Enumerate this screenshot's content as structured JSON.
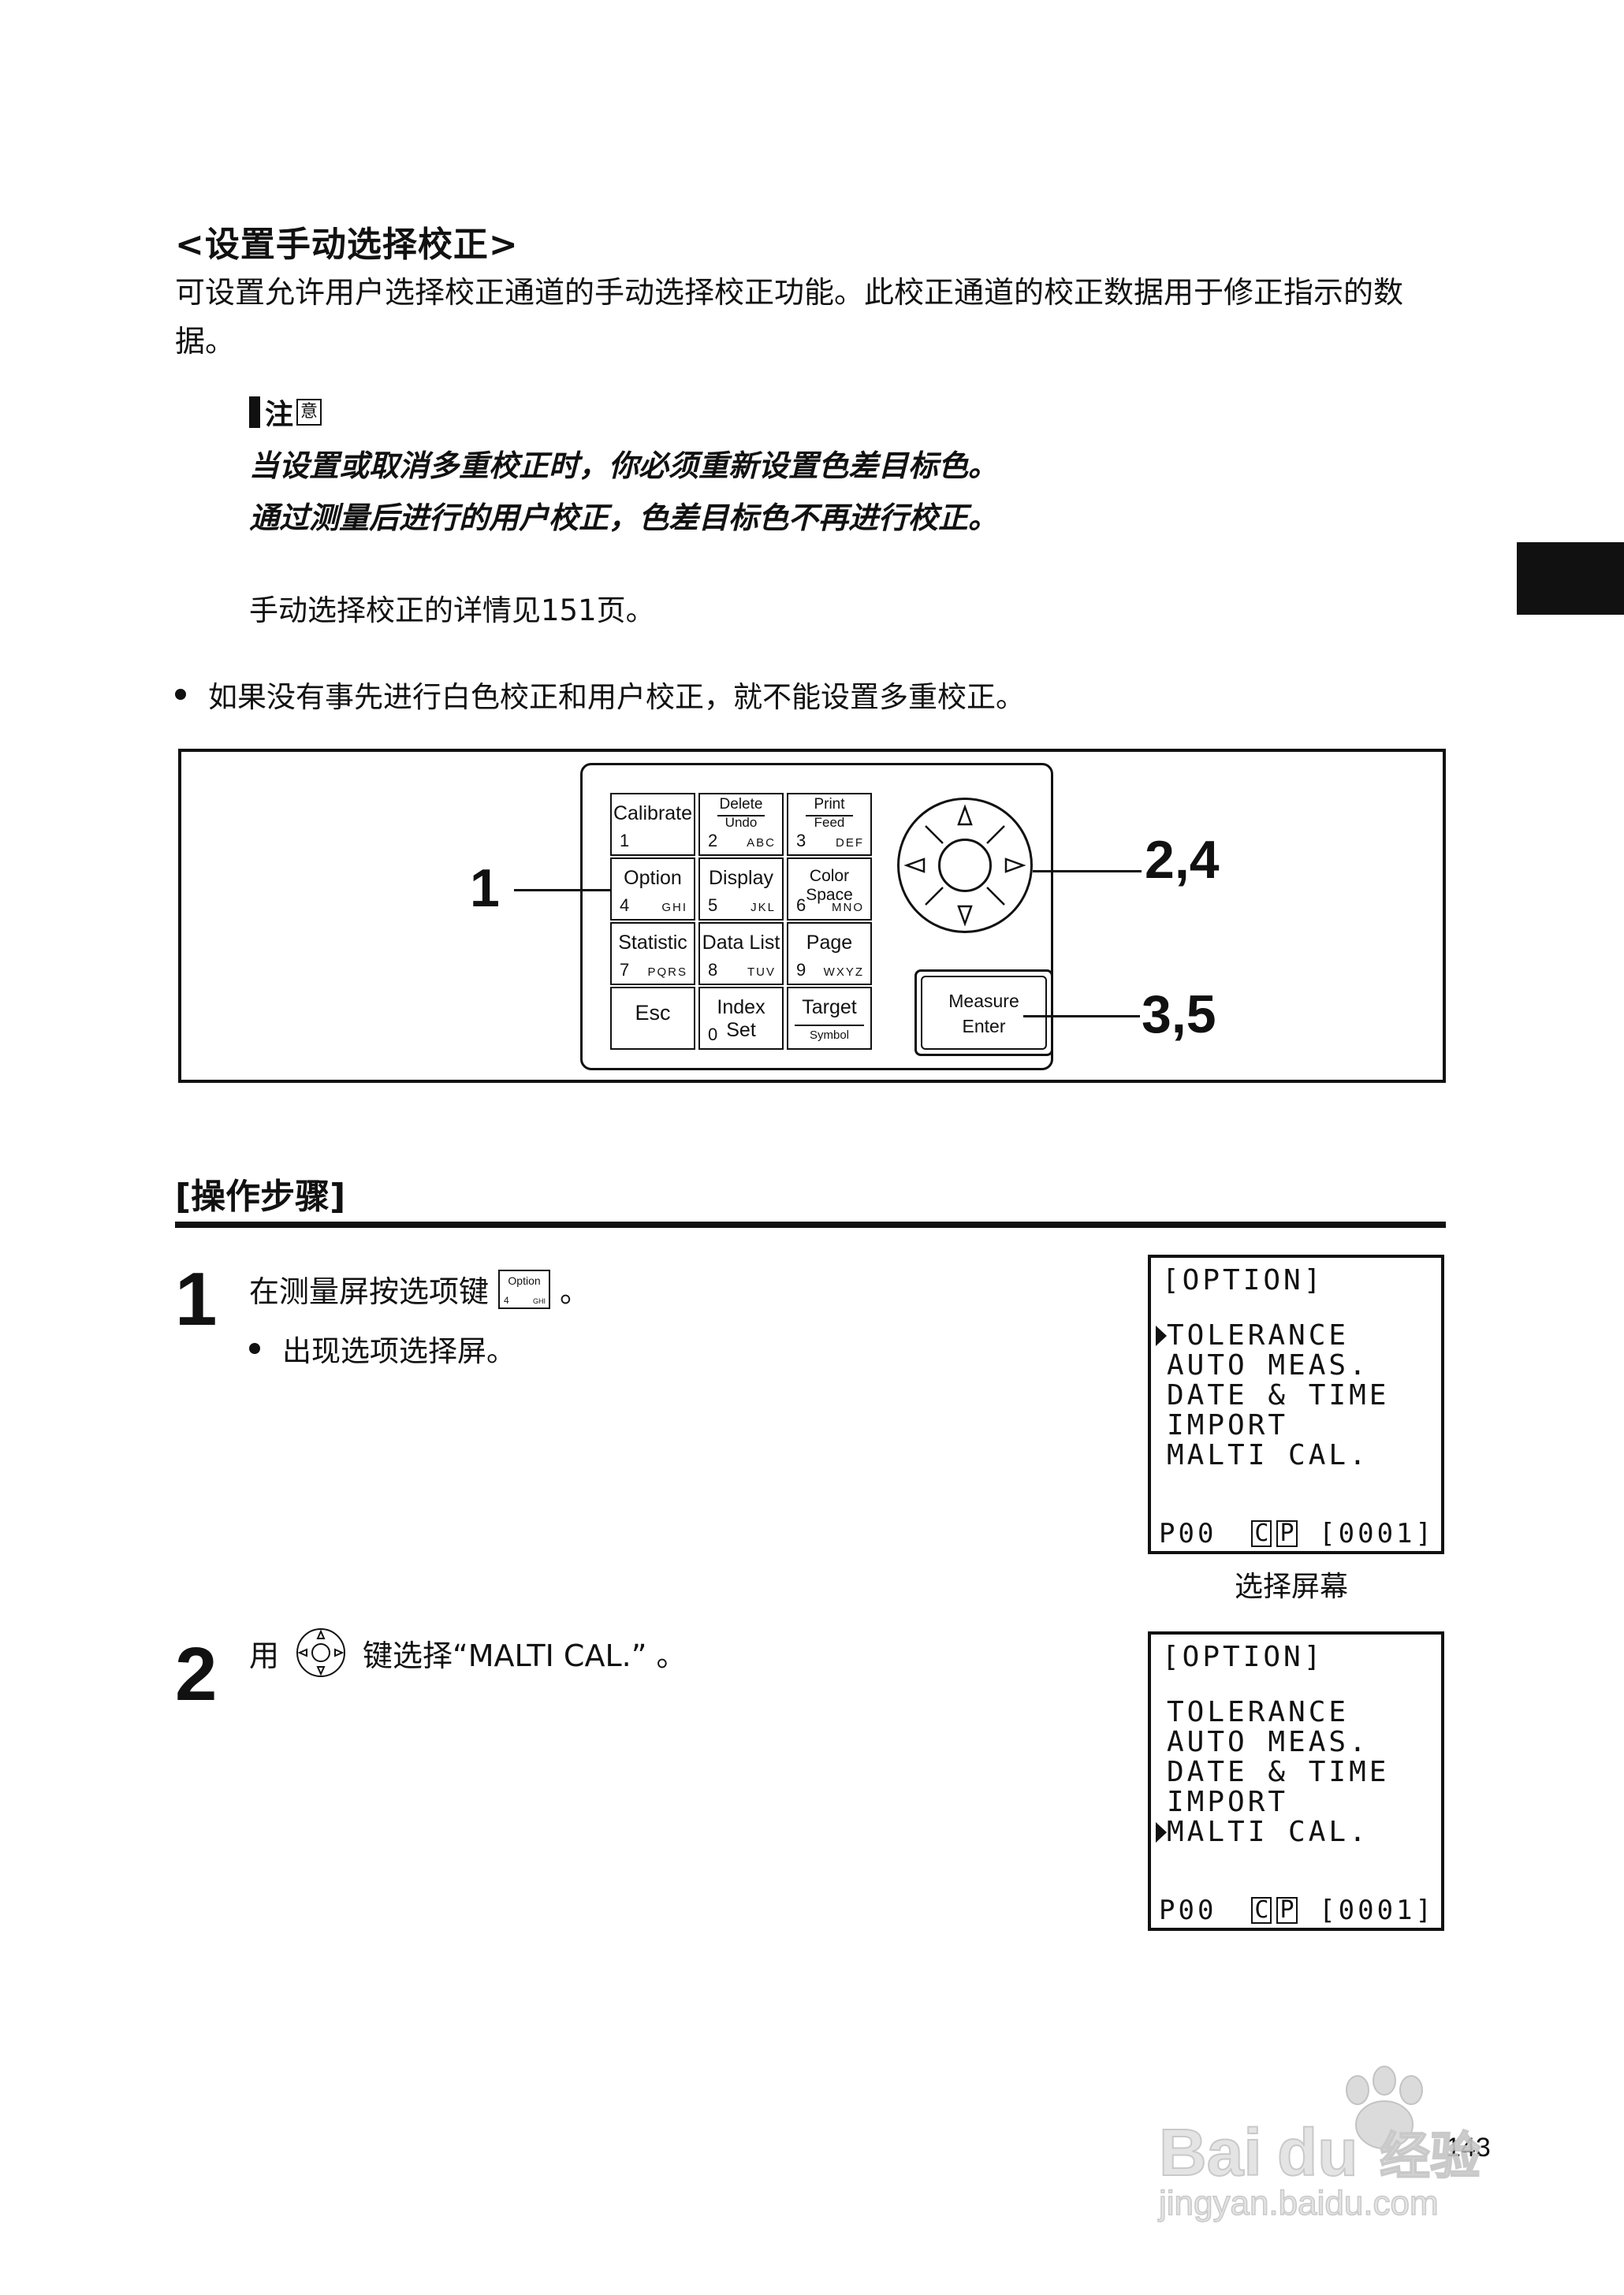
{
  "heading": "<设置手动选择校正>",
  "intro": "可设置允许用户选择校正通道的手动选择校正功能。此校正通道的校正数据用于修正指示的数据。",
  "note": {
    "label": "注",
    "label_small": "意",
    "lines": [
      "当设置或取消多重校正时，你必须重新设置色差目标色。",
      "通过测量后进行的用户校正，色差目标色不再进行校正。"
    ],
    "reference": "手动选择校正的详情见151页。"
  },
  "bullet": "如果没有事先进行白色校正和用户校正，就不能设置多重校正。",
  "keypad": {
    "keys": [
      {
        "label": "Calibrate",
        "num": "1",
        "letters": ""
      },
      {
        "top": "Delete",
        "bottom": "Undo",
        "num": "2",
        "letters": "ABC"
      },
      {
        "top": "Print",
        "bottom": "Feed",
        "num": "3",
        "letters": "DEF"
      },
      {
        "label": "Option",
        "num": "4",
        "letters": "GHI"
      },
      {
        "label": "Display",
        "num": "5",
        "letters": "JKL"
      },
      {
        "label": "Color Space",
        "num": "6",
        "letters": "MNO"
      },
      {
        "label": "Statistic",
        "num": "7",
        "letters": "PQRS"
      },
      {
        "label": "Data List",
        "num": "8",
        "letters": "TUV"
      },
      {
        "label": "Page",
        "num": "9",
        "letters": "WXYZ"
      },
      {
        "label": "Esc",
        "num": "",
        "letters": ""
      },
      {
        "label": "Index Set",
        "num": "0",
        "letters": ""
      },
      {
        "label": "Target",
        "sub": "Symbol"
      }
    ],
    "measure_line1": "Measure",
    "measure_line2": "Enter",
    "callouts": [
      "1",
      "2,4",
      "3,5"
    ]
  },
  "procedure": {
    "title": "[操作步骤]",
    "steps": [
      {
        "number": "1",
        "text_before": "在测量屏按选项键",
        "key_label": "Option",
        "key_num": "4",
        "key_letters": "GHI",
        "text_after": "。",
        "bullet": "出现选项选择屏。",
        "screen": {
          "title": "[OPTION]",
          "items": [
            "TOLERANCE",
            "AUTO MEAS.",
            "DATE & TIME",
            "IMPORT",
            "MALTI CAL."
          ],
          "selected_index": 0,
          "status_left": "P00",
          "status_c": "C",
          "status_p": "P",
          "status_right": "[0001]",
          "caption": "选择屏幕"
        }
      },
      {
        "number": "2",
        "text_before": "用",
        "text_after": "键选择“MALTI CAL.” 。",
        "screen": {
          "title": "[OPTION]",
          "items": [
            "TOLERANCE",
            "AUTO MEAS.",
            "DATE & TIME",
            "IMPORT",
            "MALTI CAL."
          ],
          "selected_index": 4,
          "status_left": "P00",
          "status_c": "C",
          "status_p": "P",
          "status_right": "[0001]"
        }
      }
    ]
  },
  "page_number": "143",
  "watermark": {
    "brand": "Baidu经验",
    "url": "jingyan.baidu.com"
  }
}
